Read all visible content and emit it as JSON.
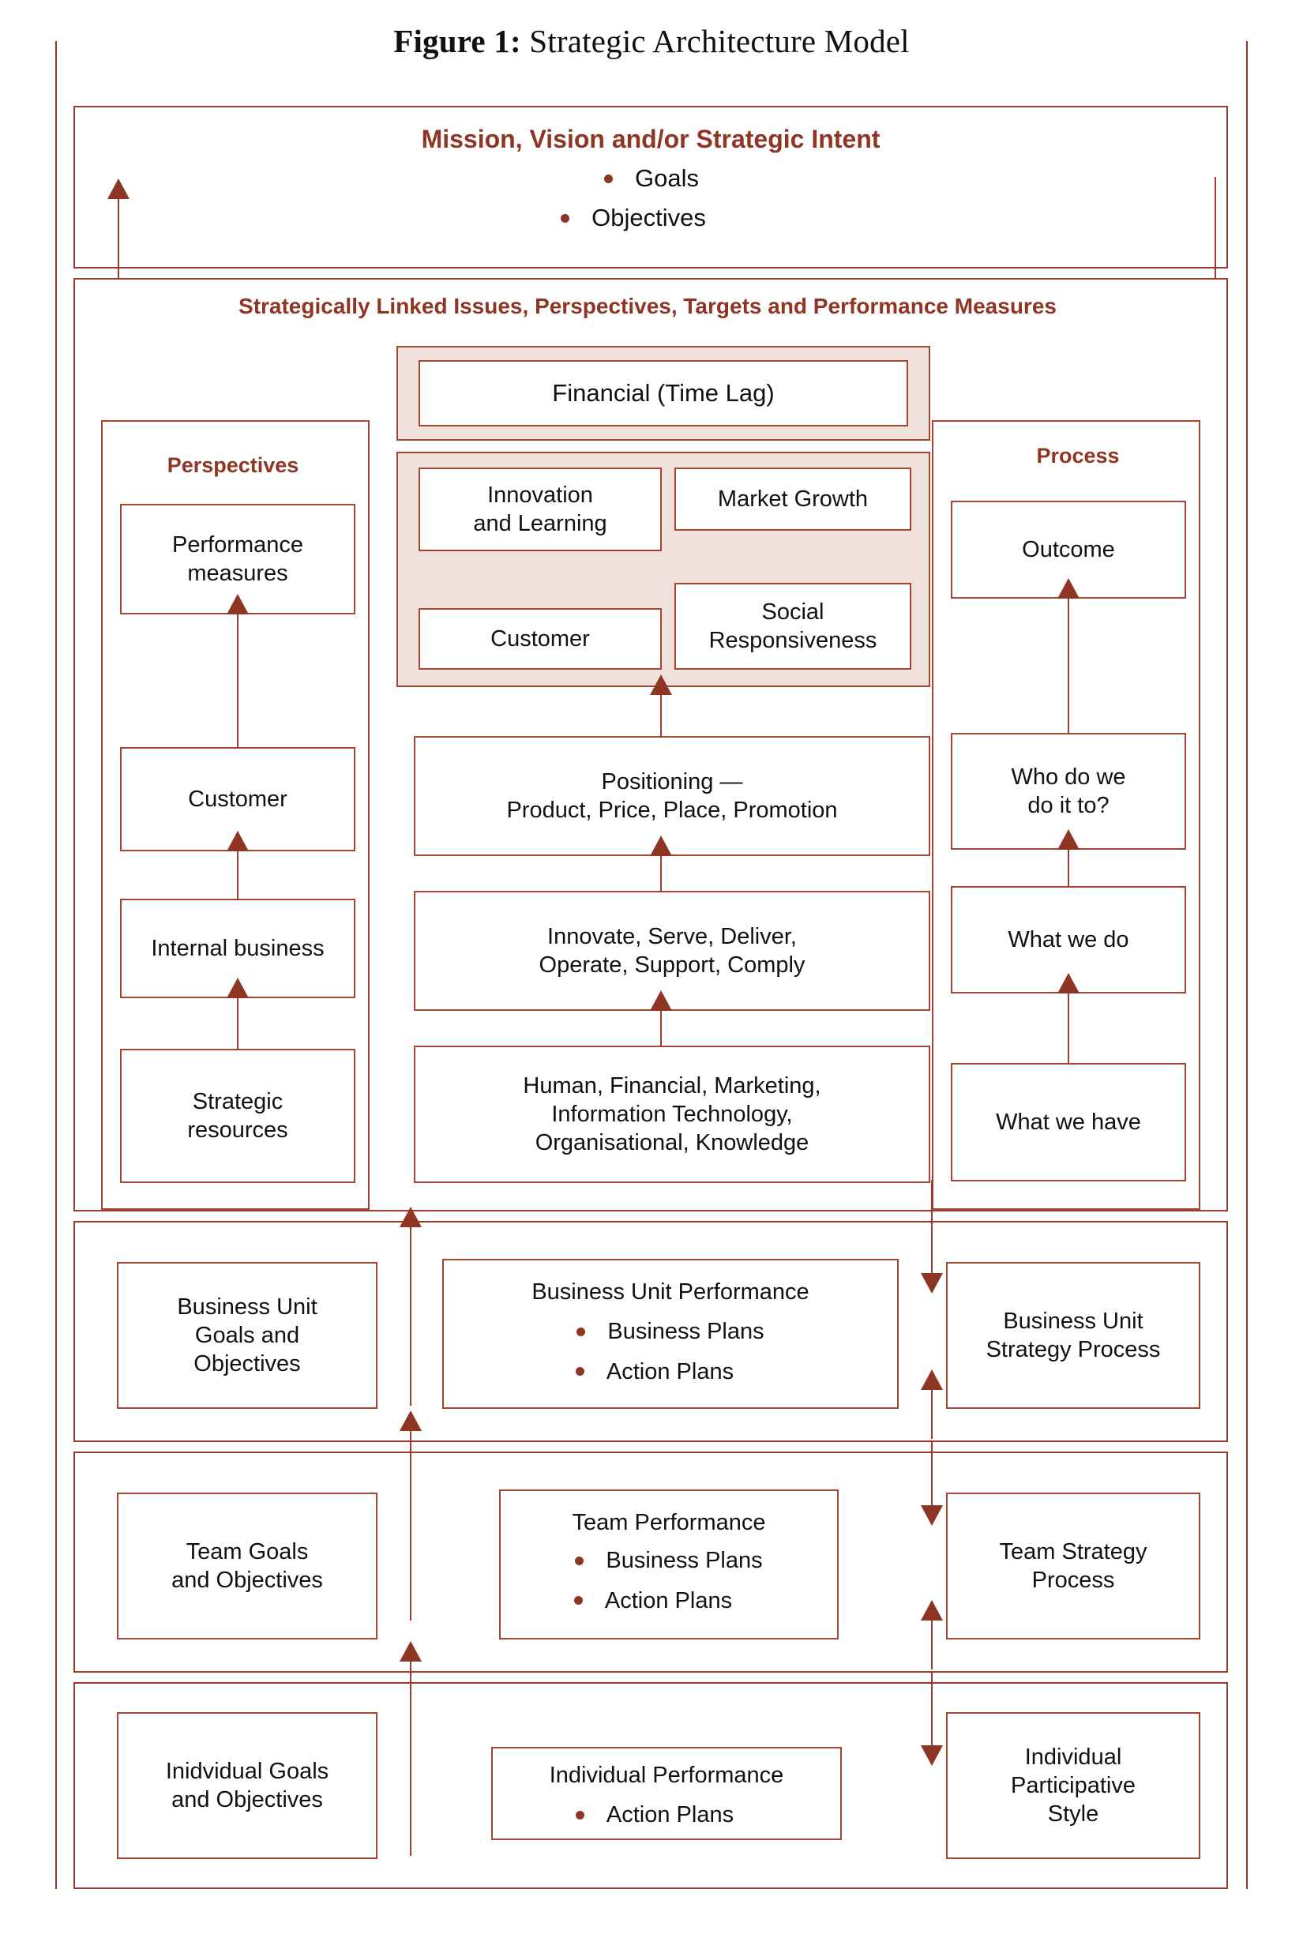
{
  "figure": {
    "label": "Figure 1:",
    "title": "Strategic Architecture Model"
  },
  "colors": {
    "accent": "#8e3524",
    "border": "#a04632",
    "pink_fill": "#f0e1dd",
    "text": "#111111"
  },
  "mission_band": {
    "heading": "Mission, Vision and/or Strategic Intent",
    "bullets": [
      "Goals",
      "Objectives"
    ]
  },
  "strategic_band": {
    "heading": "Strategically Linked Issues, Perspectives, Targets and Performance Measures",
    "perspectives_heading": "Perspectives",
    "process_heading": "Process",
    "perspectives_boxes": [
      "Performance\nmeasures",
      "Customer",
      "Internal business",
      "Strategic\nresources"
    ],
    "perspectives_box_1": "Performance measures",
    "perspectives_box_2": "Customer",
    "perspectives_box_3": "Internal business",
    "perspectives_box_4": "Strategic resources",
    "process_box_1": "Outcome",
    "process_box_2": "Who do we do it to?",
    "process_box_3": "What we do",
    "process_box_4": "What we have",
    "centre_financial": "Financial (Time Lag)",
    "centre_innovation": "Innovation and Learning",
    "centre_market_growth": "Market Growth",
    "centre_customer": "Customer",
    "centre_social": "Social Responsiveness",
    "centre_positioning": "Positioning —\nProduct, Price, Place, Promotion",
    "centre_positioning_line1": "Positioning —",
    "centre_positioning_line2": "Product, Price, Place, Promotion",
    "centre_activities_line1": "Innovate, Serve, Deliver,",
    "centre_activities_line2": "Operate, Support, Comply",
    "centre_resources_line1": "Human, Financial, Marketing,",
    "centre_resources_line2": "Information Technology,",
    "centre_resources_line3": "Organisational, Knowledge"
  },
  "business_unit_band": {
    "left_box": "Business Unit Goals and Objectives",
    "left_box_line1": "Business Unit",
    "left_box_line2": "Goals and",
    "left_box_line3": "Objectives",
    "centre_title": "Business Unit Performance",
    "centre_bullets": [
      "Business Plans",
      "Action Plans"
    ],
    "right_box_line1": "Business Unit",
    "right_box_line2": "Strategy Process"
  },
  "team_band": {
    "left_box_line1": "Team Goals",
    "left_box_line2": "and Objectives",
    "centre_title": "Team Performance",
    "centre_bullets": [
      "Business Plans",
      "Action Plans"
    ],
    "right_box_line1": "Team Strategy",
    "right_box_line2": "Process"
  },
  "individual_band": {
    "left_box_line1": "Inidvidual Goals",
    "left_box_line2": "and Objectives",
    "centre_title": "Individual  Performance",
    "centre_bullets": [
      "Action Plans"
    ],
    "right_box_line1": "Individual",
    "right_box_line2": "Participative",
    "right_box_line3": "Style"
  },
  "icons": {
    "arrow_up": "arrow-up-icon",
    "arrow_down": "arrow-down-icon",
    "bullet": "bullet-dot-icon"
  }
}
